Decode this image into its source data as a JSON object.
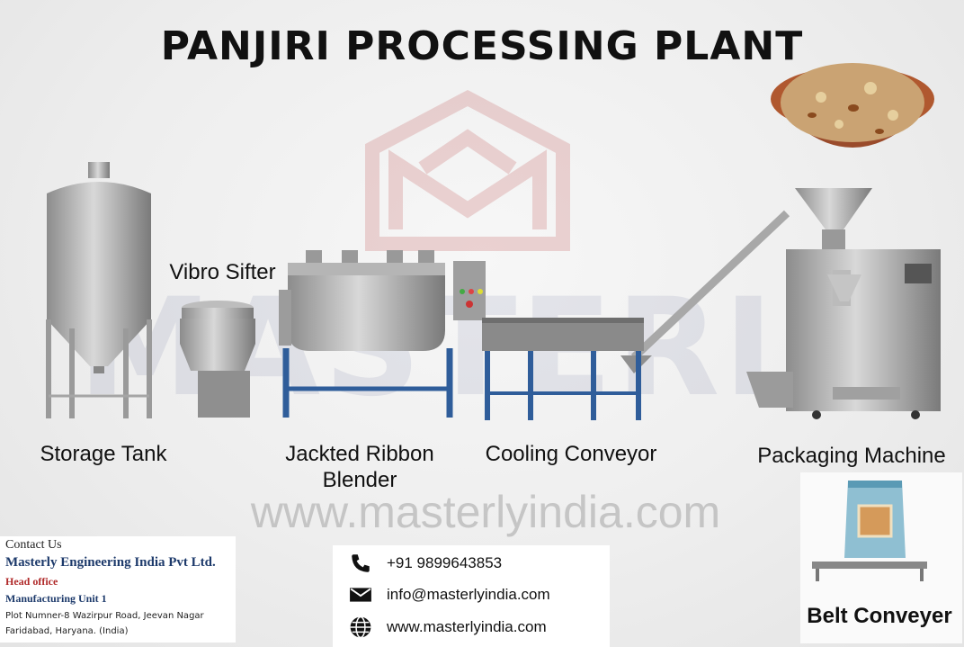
{
  "title": "PANJIRI PROCESSING PLANT",
  "watermark": {
    "brand": "MASTERLY",
    "url": "www.masterlyindia.com"
  },
  "machines": {
    "storage_tank": "Storage Tank",
    "vibro_sifter": "Vibro Sifter",
    "ribbon_blender_line1": "Jackted Ribbon",
    "ribbon_blender_line2": "Blender",
    "cooling_conveyor": "Cooling Conveyor",
    "packaging_machine": "Packaging Machine",
    "belt_conveyer": "Belt Conveyer"
  },
  "contact": {
    "heading": "Contact Us",
    "company": "Masterly Engineering India Pvt Ltd.",
    "head_office": "Head office",
    "unit": "Manufacturing Unit 1",
    "address_line1": "Plot Numner-8 Wazirpur Road, Jeevan Nagar",
    "address_line2": "Faridabad, Haryana. (India)"
  },
  "info": {
    "phone": "+91 9899643853",
    "email": "info@masterlyindia.com",
    "website": "www.masterlyindia.com"
  },
  "icons": [
    "phone-icon",
    "email-icon",
    "globe-icon"
  ],
  "colors": {
    "frame_blue": "#2f5d9a",
    "steel": "#a8a8a8",
    "logo_red": "#d9a0a0"
  }
}
